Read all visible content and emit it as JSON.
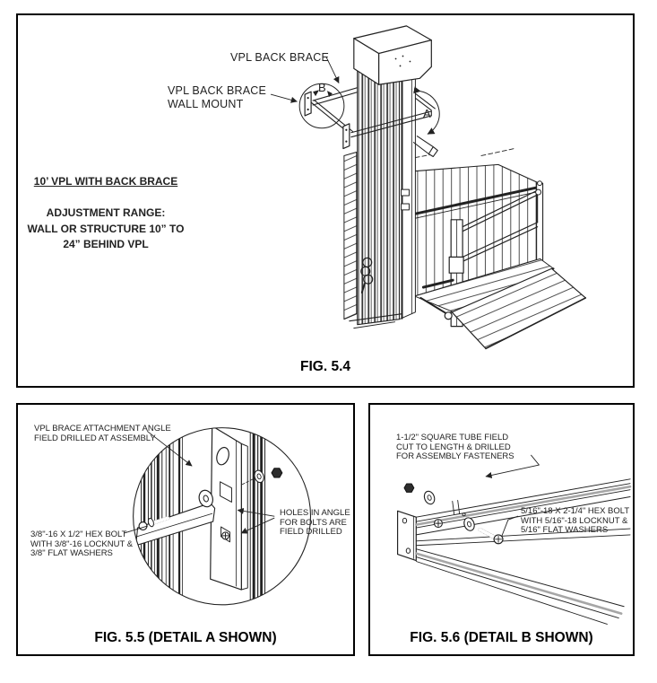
{
  "colors": {
    "ink": "#222222",
    "panel_border": "#000000",
    "shade_gray": "#a6a6a6",
    "background": "#ffffff"
  },
  "fig54": {
    "caption": "FIG. 5.4",
    "label_back_brace": "VPL BACK BRACE",
    "label_wall_mount": "VPL BACK BRACE\nWALL MOUNT",
    "note_title": "10’ VPL WITH BACK BRACE",
    "note_body": "ADJUSTMENT RANGE:\nWALL OR STRUCTURE 10” TO\n24” BEHIND VPL",
    "detail_marker_a": "A",
    "detail_marker_b": "B"
  },
  "fig55": {
    "caption": "FIG. 5.5 (DETAIL A SHOWN)",
    "label_attachment_angle": "VPL BRACE ATTACHMENT ANGLE\nFIELD DRILLED AT ASSEMBLY",
    "label_hex_bolt": "3/8\"-16 X 1/2\" HEX BOLT\nWITH 3/8\"-16 LOCKNUT &\n3/8\" FLAT WASHERS",
    "label_holes": "HOLES IN ANGLE\nFOR BOLTS ARE\nFIELD DRILLED"
  },
  "fig56": {
    "caption": "FIG. 5.6 (DETAIL B SHOWN)",
    "label_square_tube": "1-1/2\" SQUARE TUBE FIELD\nCUT TO LENGTH & DRILLED\nFOR ASSEMBLY FASTENERS",
    "label_hex_bolt": "5/16\"-18 X 2-1/4\" HEX BOLT\nWITH 5/16\"-18 LOCKNUT &\n5/16\" FLAT WASHERS"
  }
}
